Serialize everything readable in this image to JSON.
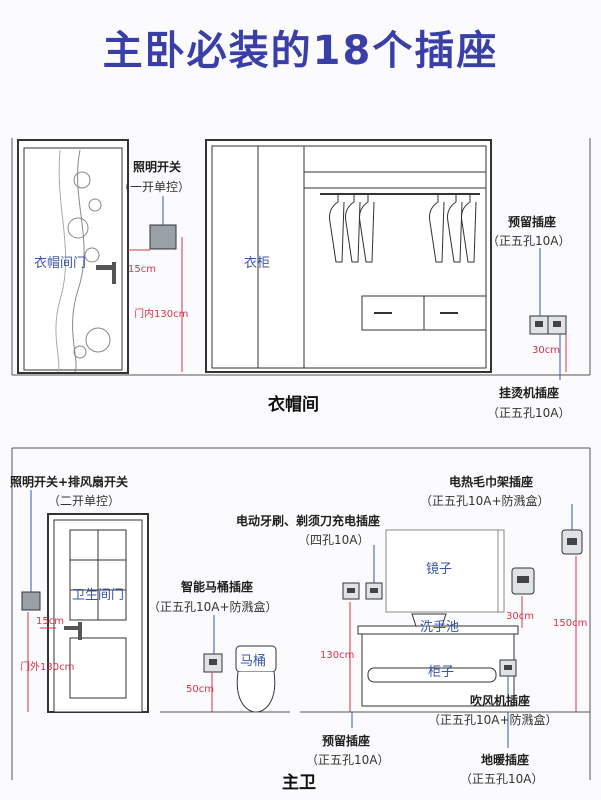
{
  "title": "主卧必装的18个插座",
  "section_labels": {
    "closet": "衣帽间",
    "bathroom": "主卫"
  },
  "closet": {
    "door_label": "衣帽间门",
    "wardrobe_label": "衣柜",
    "light_switch": {
      "name": "照明开关",
      "detail": "（一开单控）"
    },
    "reserved_socket": {
      "name": "预留插座",
      "detail": "（正五孔10A）"
    },
    "iron_socket": {
      "name": "挂烫机插座",
      "detail": "（正五孔10A）"
    },
    "dim_15": "15cm",
    "dim_130": "门内130cm",
    "dim_30": "30cm"
  },
  "bathroom": {
    "door_label": "卫生间门",
    "switch": {
      "name": "照明开关+排风扇开关",
      "detail": "（二开单控）"
    },
    "towel_rack": {
      "name": "电热毛巾架插座",
      "detail": "（正五孔10A+防溅盒）"
    },
    "toothbrush": {
      "name": "电动牙刷、剃须刀充电插座",
      "detail": "（四孔10A）"
    },
    "toilet_socket": {
      "name": "智能马桶插座",
      "detail": "（正五孔10A+防溅盒）"
    },
    "mirror_label": "镜子",
    "basin_label": "洗手池",
    "cabinet_label": "柜子",
    "toilet_label": "马桶",
    "dryer": {
      "name": "吹风机插座",
      "detail": "（正五孔10A+防溅盒）"
    },
    "reserved": {
      "name": "预留插座",
      "detail": "（正五孔10A）"
    },
    "floor_heat": {
      "name": "地暖插座",
      "detail": "（正五孔10A）"
    },
    "dim_15": "15cm",
    "dim_130_out": "门外130cm",
    "dim_50": "50cm",
    "dim_130": "130cm",
    "dim_30": "30cm",
    "dim_150": "150cm"
  },
  "colors": {
    "title": "#3a3fa8",
    "dimension": "#d9334a",
    "label_blue": "#3a55a8"
  }
}
